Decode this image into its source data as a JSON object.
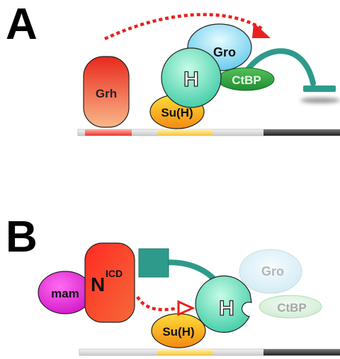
{
  "panels": {
    "a": {
      "label": "A",
      "proteins": {
        "grh": "Grh",
        "gro": "Gro",
        "h": "H",
        "ctbp": "CtBP",
        "suh": "Su(H)"
      }
    },
    "b": {
      "label": "B",
      "proteins": {
        "mam": "mam",
        "nicd_base": "N",
        "nicd_sup": "ICD",
        "gro": "Gro",
        "h": "H",
        "ctbp": "CtBP",
        "suh": "Su(H)"
      }
    }
  },
  "colors": {
    "activation_arrow": "#e8211f",
    "repression_arrow": "#2e9a8c",
    "grh": "#e8341c",
    "gro_active": "#7fd8f0",
    "hairless": "#5ee0b8",
    "ctbp_active": "#2faa3e",
    "suh": "#f3b81e",
    "mam": "#e018d0",
    "nicd": "#f0281e",
    "faded_gro": "#d8eef5",
    "faded_ctbp": "#cfeed2"
  }
}
